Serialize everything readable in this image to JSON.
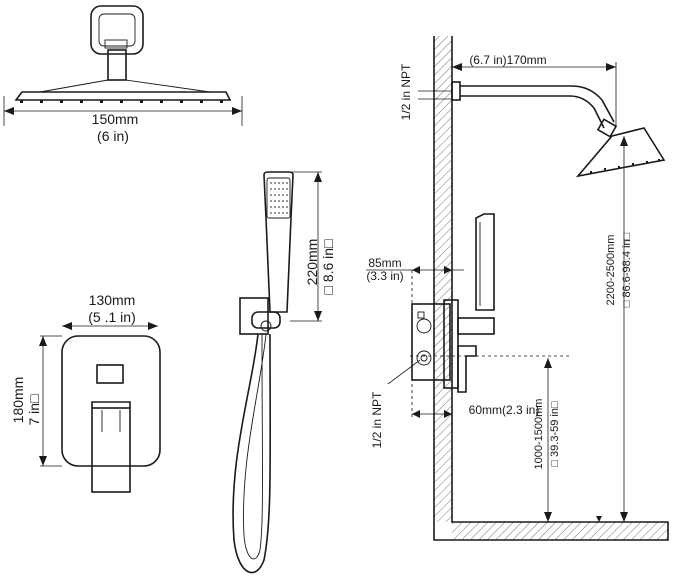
{
  "shower_head": {
    "width_mm": "150mm",
    "width_in": "(6 in)"
  },
  "valve_plate": {
    "width_mm": "130mm",
    "width_in": "(5 .1 in)",
    "height_mm": "180mm",
    "height_in": "7 in□"
  },
  "hand_shower": {
    "length_mm": "220mm",
    "length_in": "□ 8.6 in□"
  },
  "install": {
    "arm_reach": "(6.7 in)170mm",
    "npt_top": "1/2 in NPT",
    "wall_offset_mm": "85mm",
    "wall_offset_in": "(3.3 in)",
    "npt_bottom": "1/2 in NPT",
    "valve_depth": "60mm(2.3 in)",
    "valve_height_mm": "1000-1500mm",
    "valve_height_in": "□ 39.3-59 in□",
    "head_height_mm": "2200-2500mm",
    "head_height_in": "□ 86.6-98.4 in□"
  }
}
